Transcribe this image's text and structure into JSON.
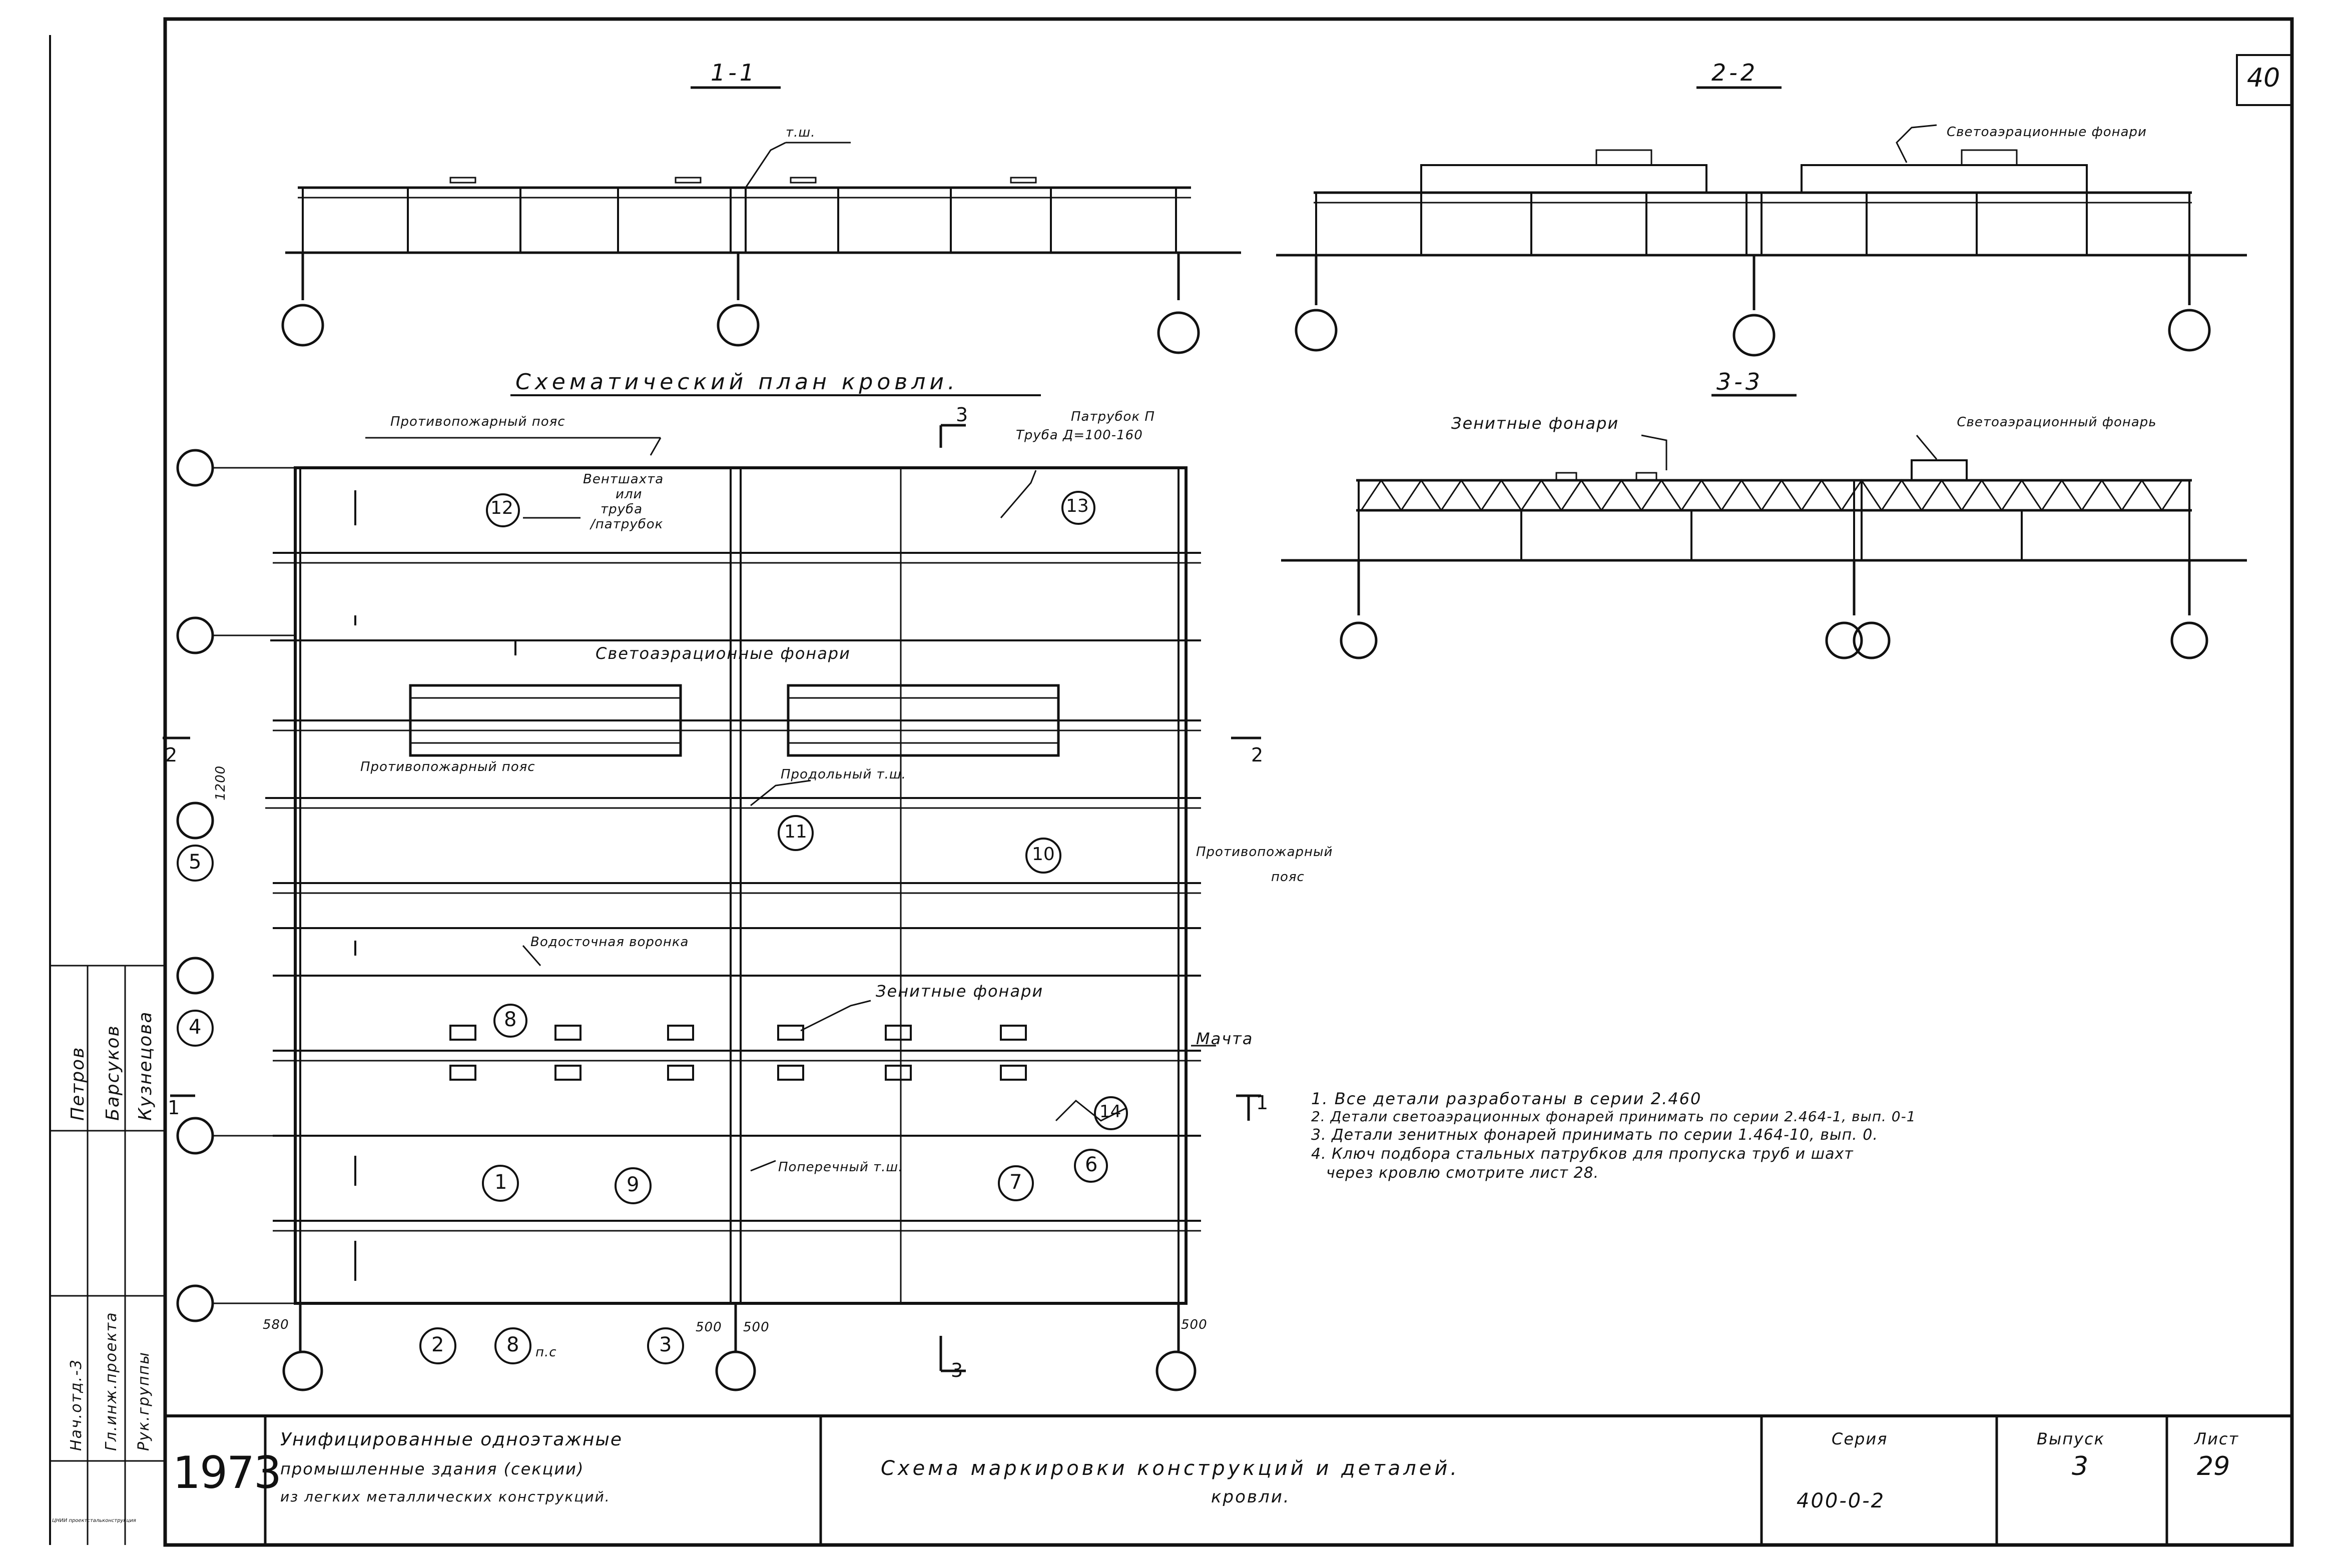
{
  "sheet_mark": "40",
  "sections": {
    "s1": "1-1",
    "s2": "2-2",
    "s3": "3-3"
  },
  "labels": {
    "tsh": "т.ш.",
    "aeration_lanterns_2": "Светоаэрационные фонари",
    "zenith_lanterns_3": "Зенитные фонари",
    "aeration_lantern_3": "Светоаэрационный фонарь",
    "plan_title": "Схематический план кровли.",
    "fire_belt_top": "Противопожарный пояс",
    "pipe_branch": "Патрубок П",
    "pipe_size": "Труба Д=100-160",
    "vent_shaft_1": "Вентшахта",
    "vent_shaft_2": "или",
    "vent_shaft_3": "труба",
    "vent_shaft_4": "/патрубок",
    "aeration_lanterns_plan": "Светоаэрационные фонари",
    "fire_belt_mid": "Противопожарный пояс",
    "long_tsh": "Продольный т.ш.",
    "fire_belt_right_1": "Противопожарный",
    "fire_belt_right_2": "пояс",
    "drain_funnel": "Водосточная воронка",
    "zenith_lanterns_plan": "Зенитные фонари",
    "mast": "Мачта",
    "cross_tsh": "Поперечный т.ш.",
    "cut_3": "3",
    "cut_2": "2",
    "cut_1": "1",
    "dim_580": "580",
    "dim_500a": "500",
    "dim_500b": "500",
    "dim_500c": "500",
    "ps": "п.с",
    "dim_1200": "1200"
  },
  "callouts": [
    "1",
    "2",
    "3",
    "4",
    "5",
    "6",
    "7",
    "8",
    "9",
    "10",
    "11",
    "12",
    "13",
    "14",
    "8"
  ],
  "notes": [
    "1. Все детали разработаны в серии 2.460",
    "2. Детали светоаэрационных фонарей принимать по серии 2.464-1, вып. 0-1",
    "3. Детали зенитных фонарей принимать по серии 1.464-10, вып. 0.",
    "4. Ключ подбора стальных патрубков для пропуска труб и шахт",
    "через кровлю смотрите лист 28."
  ],
  "side_stamp": {
    "names": [
      "Петров",
      "Барсуков",
      "Кузнецова"
    ],
    "roles": [
      "Нач.отд.-3",
      "Гл.инж.проекта",
      "Рук.группы"
    ],
    "org": "ЦНИИ проектстальконструкция"
  },
  "title_block": {
    "year": "1973",
    "project_1": "Унифицированные одноэтажные",
    "project_2": "промышленные здания (секции)",
    "project_3": "из легких металлических конструкций.",
    "drawing_1": "Схема маркировки конструкций и деталей.",
    "drawing_2": "кровли.",
    "series_label": "Серия",
    "series_value": "400-0-2",
    "issue_label": "Выпуск",
    "issue_value": "3",
    "sheet_label": "Лист",
    "sheet_value": "29"
  }
}
